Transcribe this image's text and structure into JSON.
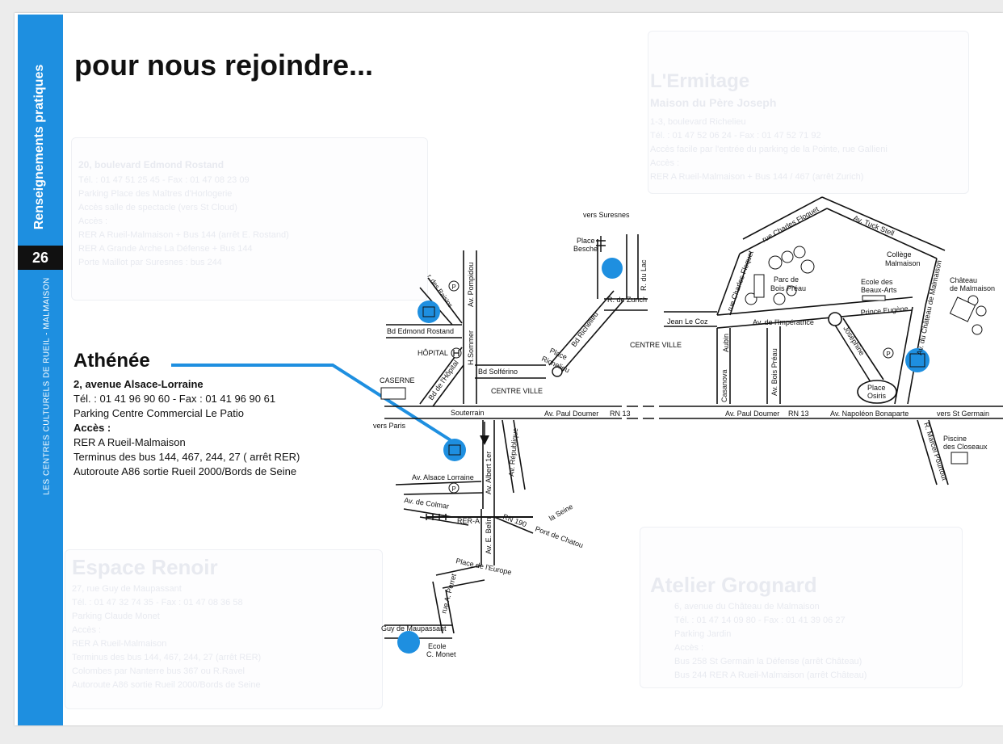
{
  "sidebar": {
    "section_title": "Renseignements pratiques",
    "page_number": "26",
    "subtitle": "LES CENTRES CULTURELS DE RUEIL - MALMAISON"
  },
  "heading": "pour nous rejoindre...",
  "athenee": {
    "name": "Athénée",
    "address": "2, avenue Alsace-Lorraine",
    "phone_fax": "Tél. : 01 41 96 90 60 - Fax : 01 41 96 90 61",
    "parking": "Parking Centre Commercial Le Patio",
    "access_label": "Accès :",
    "access": [
      "RER A Rueil-Malmaison",
      "Terminus des bus 144, 467, 244, 27 ( arrêt RER)",
      "Autoroute A86 sortie Rueil 2000/Bords de Seine"
    ]
  },
  "faded_panels": {
    "rostand": {
      "title": "20, boulevard Edmond Rostand",
      "lines": [
        "Tél. : 01 47 51 25 45 - Fax : 01 47 08 23 09",
        "Parking Place des Maîtres d'Horlogerie",
        "Accès salle de spectacle (vers St Cloud)",
        "Accès :",
        "RER A Rueil-Malmaison + Bus 144 (arrêt E. Rostand)",
        "RER A Grande Arche La Défense + Bus 144",
        "Porte Maillot par Suresnes : bus 244"
      ]
    },
    "ermitage": {
      "title": "L'Ermitage",
      "subtitle": "Maison du Père Joseph",
      "lines": [
        "1-3, boulevard Richelieu",
        "Tél. : 01 47 52 06 24 - Fax : 01 47 52 71 92",
        "Accès facile par l'entrée du parking de la Pointe, rue Gallieni",
        "Accès :",
        "RER A Rueil-Malmaison + Bus 144 / 467 (arrêt Zurich)"
      ]
    },
    "renoir": {
      "title": "Espace Renoir",
      "lines": [
        "27, rue Guy de Maupassant",
        "Tél. : 01 47 32 74 35 - Fax : 01 47 08 36 58",
        "Parking Claude Monet",
        "Accès :",
        "RER A Rueil-Malmaison",
        "Terminus des bus 144, 467, 244, 27 (arrêt RER)",
        "Colombes par Nanterre bus 367 ou R.Ravel",
        "Autoroute A86 sortie Rueil 2000/Bords de Seine"
      ]
    },
    "gronnard": {
      "title": "Atelier Grognard",
      "lines": [
        "6, avenue du Château de Malmaison",
        "Tél. : 01 47 14 09 80 - Fax : 01 41 39 06 27",
        "Parking Jardin",
        "Accès :",
        "Bus 258 St Germain la Défense (arrêt Château)",
        "Bus 244 RER A Rueil-Malmaison (arrêt Château)"
      ]
    }
  },
  "map": {
    "labels": {
      "vers_suresnes": "vers Suresnes",
      "place_besche": "Place",
      "place_besche2": "Besche",
      "av_pompidou": "Av. Pompidou",
      "rue_raisins": "r. des Raisins",
      "r_du_lac": "R. du Lac",
      "r_de_zurich": "R. de Zurich",
      "bd_richelieu": "Bd Richelieu",
      "place_richelieu": "Place",
      "place_richelieu2": "Richelieu",
      "bd_edmond_rostand": "Bd Edmond Rostand",
      "hopital": "HÔPITAL",
      "h_sommer": "H.Sommer",
      "caserne": "CASERNE",
      "bd_hopital": "Bd de l'Hôpital",
      "bd_solferino": "Bd Solférino",
      "centre_ville": "CENTRE VILLE",
      "centre_ville2": "CENTRE VILLE",
      "souterrain": "Souterrain",
      "av_paul_doumer": "Av. Paul Doumer",
      "rn13": "RN 13",
      "vers_paris": "vers Paris",
      "av_albert_1er": "Av. Albert 1er",
      "av_republique": "Av. République",
      "av_alsace_lorraine": "Av. Alsace Lorraine",
      "av_de_colmar": "Av. de Colmar",
      "rer_a": "RER-A",
      "rn190": "RN 190",
      "la_seine": "la Seine",
      "pont_de_chatou": "Pont de Chatou",
      "av_e_belin": "Av. E. Belin",
      "place_europe": "Place de l'Europe",
      "rue_a_perret": "rue A. Perret",
      "guy_de_maupassant": "Guy de Maupassant",
      "ecole": "Ecole",
      "c_monet": "C. Monet",
      "rue_charles_floquet_top": "rue Charles Floquet",
      "rue_charles_floquet": "rue Charles Floquet",
      "av_tuck_stell": "Av. Tuck Stell",
      "college": "Collège",
      "college2": "Malmaison",
      "parc": "Parc de",
      "parc2": "Bois Préau",
      "ecole_beaux_arts": "Ecole des",
      "ecole_beaux_arts2": "Beaux-Arts",
      "chateau": "Château",
      "chateau2": "de Malmaison",
      "prince_eugene": "Prince Eugène",
      "av_chateau_malmaison": "Av. du Château de Malmaison",
      "jean_le_coz": "Jean Le Coz",
      "av_imperatrice": "Av.  de  l'Impératrice",
      "aubin": "Aubin",
      "josephine": "Joséphine",
      "av_bois_preau": "Av. Bois Préau",
      "casanova": "Casanova",
      "place_osiris": "Place",
      "place_osiris2": "Osiris",
      "av_paul_doumer2": "Av. Paul Doumer",
      "rn13b": "RN 13",
      "av_napoleon": "Av. Napoléon Bonaparte",
      "vers_st_germain": "vers St Germain",
      "piscine": "Piscine",
      "piscine2": "des Closeaux",
      "r_marcel_pourtout": "R. Marcel Pourtout",
      "parking_p": "P"
    },
    "colors": {
      "accent_blue": "#1e8fe0",
      "road": "#111111"
    }
  }
}
